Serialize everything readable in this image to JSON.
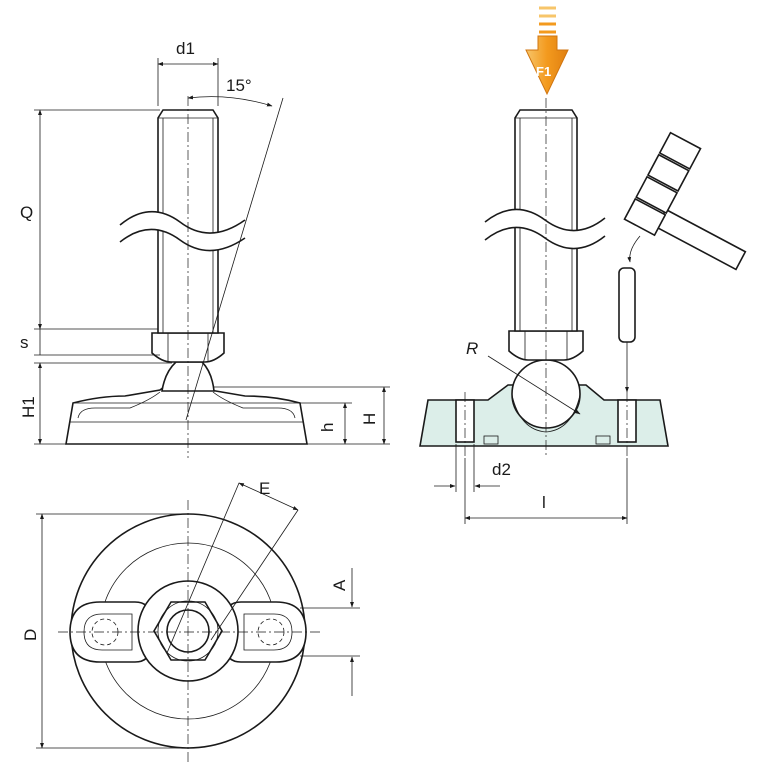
{
  "labels": {
    "d1": "d1",
    "angle": "15°",
    "Q": "Q",
    "s": "s",
    "H1": "H1",
    "h": "h",
    "H": "H",
    "F1": "F1",
    "R": "R",
    "d2": "d2",
    "l": "l",
    "E": "E",
    "A": "A",
    "D": "D"
  },
  "colors": {
    "ink": "#1a1a1a",
    "base_tint": "#dceee9",
    "arrow_orange": "#f39a1e",
    "arrow_light": "#f7c56a"
  },
  "icons": {
    "force_arrow": "down-arrow-icon",
    "hammer": "hammer-icon",
    "pin": "dowel-pin-icon"
  }
}
